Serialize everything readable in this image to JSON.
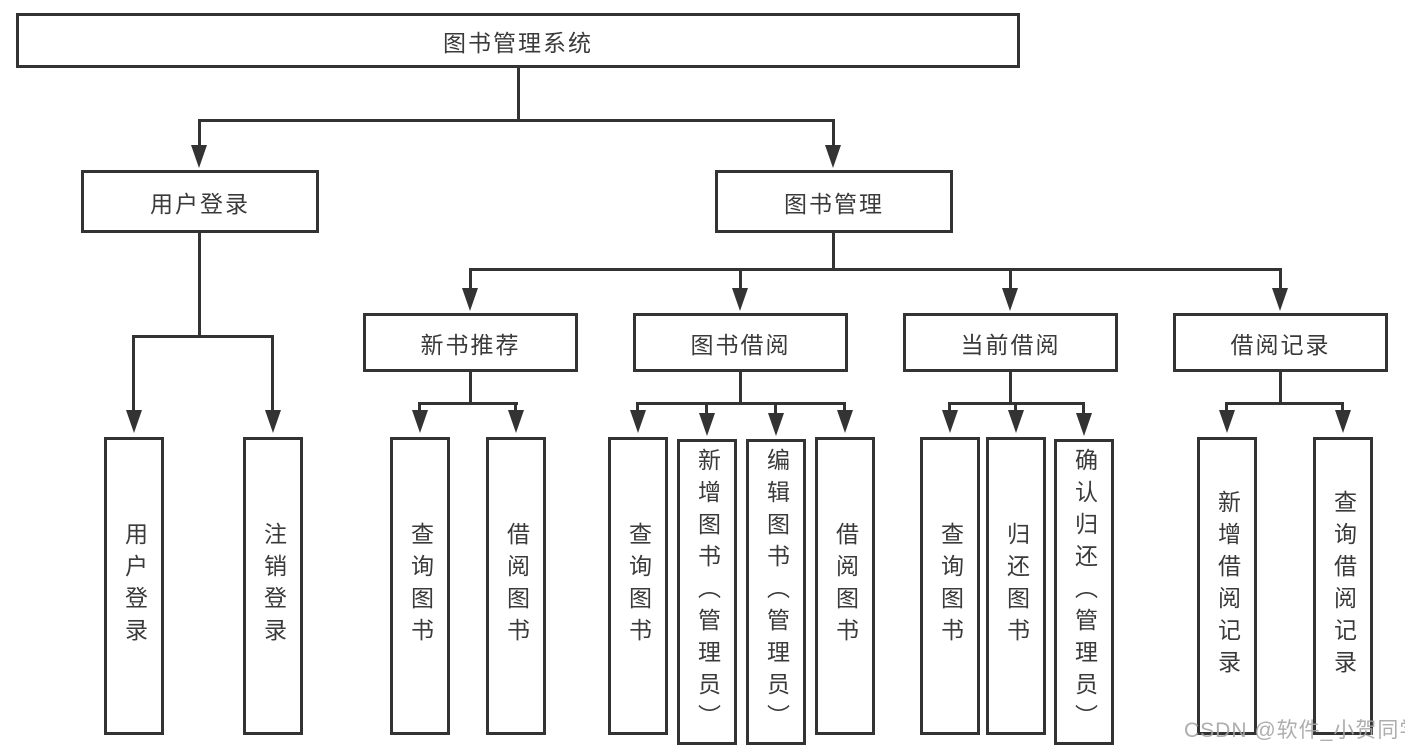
{
  "colors": {
    "line": "#333333",
    "box_border": "#333333",
    "box_fill": "#ffffff",
    "text": "#3a3a3a",
    "watermark": "#a5a5a5"
  },
  "tree": {
    "root": "图书管理系统",
    "branches": [
      {
        "label": "用户登录",
        "children": [
          "用户登录",
          "注销登录"
        ]
      },
      {
        "label": "图书管理",
        "groups": [
          {
            "label": "新书推荐",
            "children": [
              "查询图书",
              "借阅图书"
            ]
          },
          {
            "label": "图书借阅",
            "children": [
              "查询图书",
              "新增图书（管理员）",
              "编辑图书（管理员）",
              "借阅图书"
            ]
          },
          {
            "label": "当前借阅",
            "children": [
              "查询图书",
              "归还图书",
              "确认归还（管理员）"
            ]
          },
          {
            "label": "借阅记录",
            "children": [
              "新增借阅记录",
              "查询借阅记录"
            ]
          }
        ]
      }
    ]
  },
  "watermark": {
    "text": "CSDN @软件_小贺同学"
  }
}
